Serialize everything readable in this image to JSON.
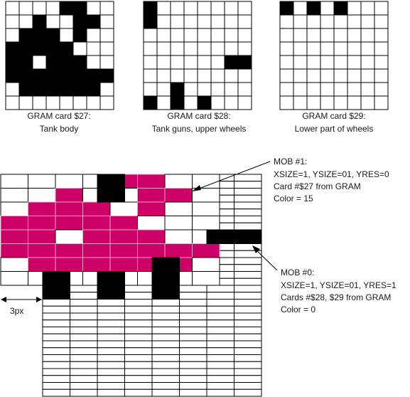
{
  "colors": {
    "magenta": "#cc0066",
    "black": "#000000",
    "grid": "#000000",
    "background": "#ffffff"
  },
  "cards": [
    {
      "caption_line1": "GRAM card $27:",
      "caption_line2": "Tank body",
      "rows": [
        "00001100",
        "00100110",
        "01110100",
        "11111000",
        "11011100",
        "11111111",
        "01111110",
        "00000000"
      ]
    },
    {
      "caption_line1": "GRAM card $28:",
      "caption_line2": "Tank guns, upper wheels",
      "rows": [
        "10000000",
        "10000000",
        "00000000",
        "00000000",
        "00000011",
        "00000000",
        "00100000",
        "10101000"
      ]
    },
    {
      "caption_line1": "GRAM card $29:",
      "caption_line2": "Lower part of wheels",
      "rows": [
        "10101000",
        "00000000",
        "00000000",
        "00000000",
        "00000000",
        "00000000",
        "00000000",
        "00000000"
      ]
    }
  ],
  "composite": {
    "mob0": {
      "label_line1": "MOB #0:",
      "label_line2": "XSIZE=1, YSIZE=01, YRES=1",
      "label_line3": "Cards #$28, $29 from GRAM",
      "label_line4": "Color = 0",
      "rows": [
        "00100000",
        "00100000",
        "00100000",
        "00100000",
        "00000000",
        "00000000",
        "00000000",
        "00000000",
        "00000011",
        "00000011",
        "00000000",
        "00000000",
        "00001000",
        "00001000",
        "10101000",
        "10101000",
        "10101000",
        "10101000",
        "00000000",
        "00000000",
        "00000000",
        "00000000",
        "00000000",
        "00000000",
        "00000000",
        "00000000",
        "00000000",
        "00000000",
        "00000000",
        "00000000",
        "00000000",
        "00000000"
      ]
    },
    "mob1": {
      "label_line1": "MOB #1:",
      "label_line2": "XSIZE=1, YSIZE=01, YRES=0",
      "label_line3": "Card #$27 from GRAM",
      "label_line4": "Color = 15",
      "rows": [
        "00001100",
        "00100110",
        "01110100",
        "11111000",
        "11011100",
        "11111111",
        "01111110",
        "00000000"
      ]
    },
    "offset_label": "3px"
  }
}
